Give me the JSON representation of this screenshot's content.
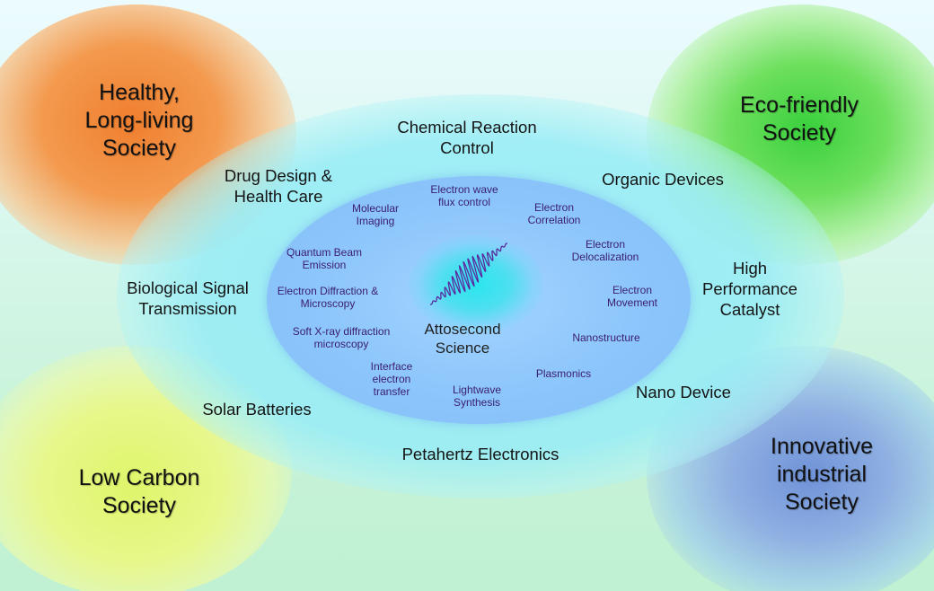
{
  "societies": {
    "health": "Healthy,\nLong-living\nSociety",
    "eco": "Eco-friendly\nSociety",
    "low_carbon": "Low Carbon\nSociety",
    "innovative": "Innovative\nindustrial\nSociety"
  },
  "applications": {
    "chemical_reaction": "Chemical Reaction\nControl",
    "drug_design": "Drug Design &\nHealth Care",
    "organic_devices": "Organic Devices",
    "bio_signal": "Biological Signal\nTransmission",
    "catalyst": "High\nPerformance\nCatalyst",
    "solar": "Solar Batteries",
    "nano_device": "Nano Device",
    "petahertz": "Petahertz Electronics"
  },
  "technologies": {
    "wave_flux": "Electron wave\nflux control",
    "molecular_imaging": "Molecular\nImaging",
    "correlation": "Electron\nCorrelation",
    "quantum_beam": "Quantum Beam\nEmission",
    "delocalization": "Electron\nDelocalization",
    "diffraction": "Electron Diffraction &\nMicroscopy",
    "movement": "Electron\nMovement",
    "soft_xray": "Soft X-ray diffraction\nmicroscopy",
    "nanostructure": "Nanostructure",
    "interface": "Interface\nelectron\ntransfer",
    "plasmonics": "Plasmonics",
    "lightwave": "Lightwave\nSynthesis"
  },
  "center": {
    "title": "Attosecond\nScience",
    "wave_icon": "attosecond-pulse-waveform"
  },
  "colors": {
    "health": "#f07f2e",
    "eco": "#39d03c",
    "low_carbon": "#dff56a",
    "innovative": "#6f92d8",
    "outer_ring": "#96ecf6",
    "inner_ring": "#8ac4fb",
    "core": "#2ae6ee",
    "wave": "#5b2a9e",
    "tech_text": "#3a1d6e"
  }
}
